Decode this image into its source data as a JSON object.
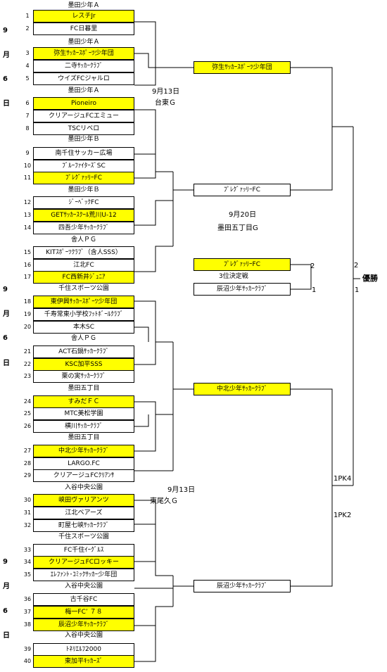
{
  "left_side_labels": [
    "9",
    "月",
    "6",
    "日",
    "9",
    "月",
    "6",
    "日",
    "9",
    "月",
    "6",
    "日"
  ],
  "venues": [
    "墨田少年Ａ",
    "墨田少年Ａ",
    "墨田少年Ａ",
    "墨田少年Ｂ",
    "墨田少年Ｂ",
    "舎人ＰＧ",
    "千住スポーツ公園",
    "舎人ＰＧ",
    "墨田五丁目",
    "墨田五丁目",
    "入谷中央公園",
    "千住スポーツ公園",
    "入谷中央公園",
    "入谷中央公園"
  ],
  "teams": [
    {
      "no": "1",
      "name": "レスチJr",
      "win": true
    },
    {
      "no": "2",
      "name": "FC日暮里",
      "win": false
    },
    {
      "no": "3",
      "name": "弥生ｻｯｶｰｽﾎﾟｰﾂ少年団",
      "win": true
    },
    {
      "no": "4",
      "name": "二寺ｻｯｶｰｸﾗﾌﾞ",
      "win": false
    },
    {
      "no": "5",
      "name": "ウイズFCジャルロ",
      "win": false
    },
    {
      "no": "6",
      "name": "Pioneiro",
      "win": true
    },
    {
      "no": "7",
      "name": "クリアージュFCエミュー",
      "win": false
    },
    {
      "no": "8",
      "name": "TSCリベロ",
      "win": false
    },
    {
      "no": "9",
      "name": "南千住サッカー広場",
      "win": false
    },
    {
      "no": "10",
      "name": "ﾌﾞﾙｰﾌｧｲﾀｰｽﾞSC",
      "win": false
    },
    {
      "no": "11",
      "name": "ﾌﾟﾚｸﾞｧｯﾘｰFC",
      "win": true
    },
    {
      "no": "12",
      "name": "ｼﾞｰﾍﾞｯｸFC",
      "win": false
    },
    {
      "no": "13",
      "name": "GETｻｯｶｰｽｸｰﾙ荒川U-12",
      "win": true
    },
    {
      "no": "14",
      "name": "四吾少年ｻｯｶｰｸﾗﾌﾞ",
      "win": false
    },
    {
      "no": "15",
      "name": "KITｽﾎﾟｰﾂｸﾗﾌﾞ（含人SSS）",
      "win": false
    },
    {
      "no": "16",
      "name": "江北FC",
      "win": false
    },
    {
      "no": "17",
      "name": "FC西新井ｼﾞｭﾆｱ",
      "win": true
    },
    {
      "no": "18",
      "name": "東伊興ｻｯｶｰｽﾎﾟｰﾂ少年団",
      "win": true
    },
    {
      "no": "19",
      "name": "千寿常東小学校ﾌｯﾄﾎﾞｰﾙｸﾗﾌﾞ",
      "win": false
    },
    {
      "no": "20",
      "name": "本木SC",
      "win": false
    },
    {
      "no": "21",
      "name": "ACT石鍋ｻｯｶｰｸﾗﾌﾞ",
      "win": false
    },
    {
      "no": "22",
      "name": "KSC加平SSS",
      "win": true
    },
    {
      "no": "23",
      "name": "栗の実ｻｯｶｰｸﾗﾌﾞ",
      "win": false
    },
    {
      "no": "24",
      "name": "すみだＦＣ",
      "win": true
    },
    {
      "no": "25",
      "name": "MTC美松学園",
      "win": false
    },
    {
      "no": "26",
      "name": "横川ｻｯｶｰｸﾗﾌﾞ",
      "win": false
    },
    {
      "no": "27",
      "name": "中北少年ｻｯｶｰｸﾗﾌﾞ",
      "win": true
    },
    {
      "no": "28",
      "name": "LARGO.FC",
      "win": false
    },
    {
      "no": "29",
      "name": "クリアージュFCｸﾘｱﾝｻ",
      "win": false
    },
    {
      "no": "30",
      "name": "峡田ヴァリアンツ",
      "win": true
    },
    {
      "no": "31",
      "name": "江北ベアーズ",
      "win": false
    },
    {
      "no": "32",
      "name": "町屋七峡ｻｯｶｰｸﾗﾌﾞ",
      "win": false
    },
    {
      "no": "33",
      "name": "FC千住ｲｰｸﾞﾙｽ",
      "win": false
    },
    {
      "no": "34",
      "name": "クリアージュFCロッキー",
      "win": true
    },
    {
      "no": "35",
      "name": "ｴﾚﾌｧﾝﾄ･ｺﾐｯｸｻｯｶｰ少年団",
      "win": false
    },
    {
      "no": "36",
      "name": "古千谷FC",
      "win": false
    },
    {
      "no": "37",
      "name": "梅一FC’ ７８",
      "win": true
    },
    {
      "no": "38",
      "name": "辰沼少年ｻｯｶｰｸﾗﾌﾞ",
      "win": true
    },
    {
      "no": "39",
      "name": "ﾄﾈﾘｴﾙﾌ2000",
      "win": false
    },
    {
      "no": "40",
      "name": "東加平ｷｯｶｰｽﾞ",
      "win": true
    }
  ],
  "rounds": [
    {
      "name": "弥生ｻｯｶｰｽﾎﾟｰﾂ少年団",
      "win": true
    },
    {
      "name": "ﾌﾟﾚｸﾞｧｯﾘｰFC",
      "win": false
    },
    {
      "name": "中北少年ｻｯｶｰｸﾗﾌﾞ",
      "win": true
    },
    {
      "name": "辰沼少年ｻｯｶｰｸﾗﾌﾞ",
      "win": false
    }
  ],
  "third_place": {
    "top": {
      "name": "ﾌﾟﾚｸﾞｧｯﾘｰFC",
      "score": "2"
    },
    "label": "3位決定戦",
    "bottom": {
      "name": "辰沼少年ｻｯｶｰｸﾗﾌﾞ",
      "score": "1"
    }
  },
  "annotations": {
    "date_top": "9月13日",
    "venue_top": "台東Ｇ",
    "date_mid": "9月20日",
    "venue_mid": "墨田五丁目G",
    "date_bot": "9月13日",
    "venue_bot": "東尾久Ｇ",
    "final_top_score": "2",
    "final_bottom_score": "1",
    "champion": "優勝",
    "pk_top": "1PK4",
    "pk_bot": "1PK2"
  }
}
